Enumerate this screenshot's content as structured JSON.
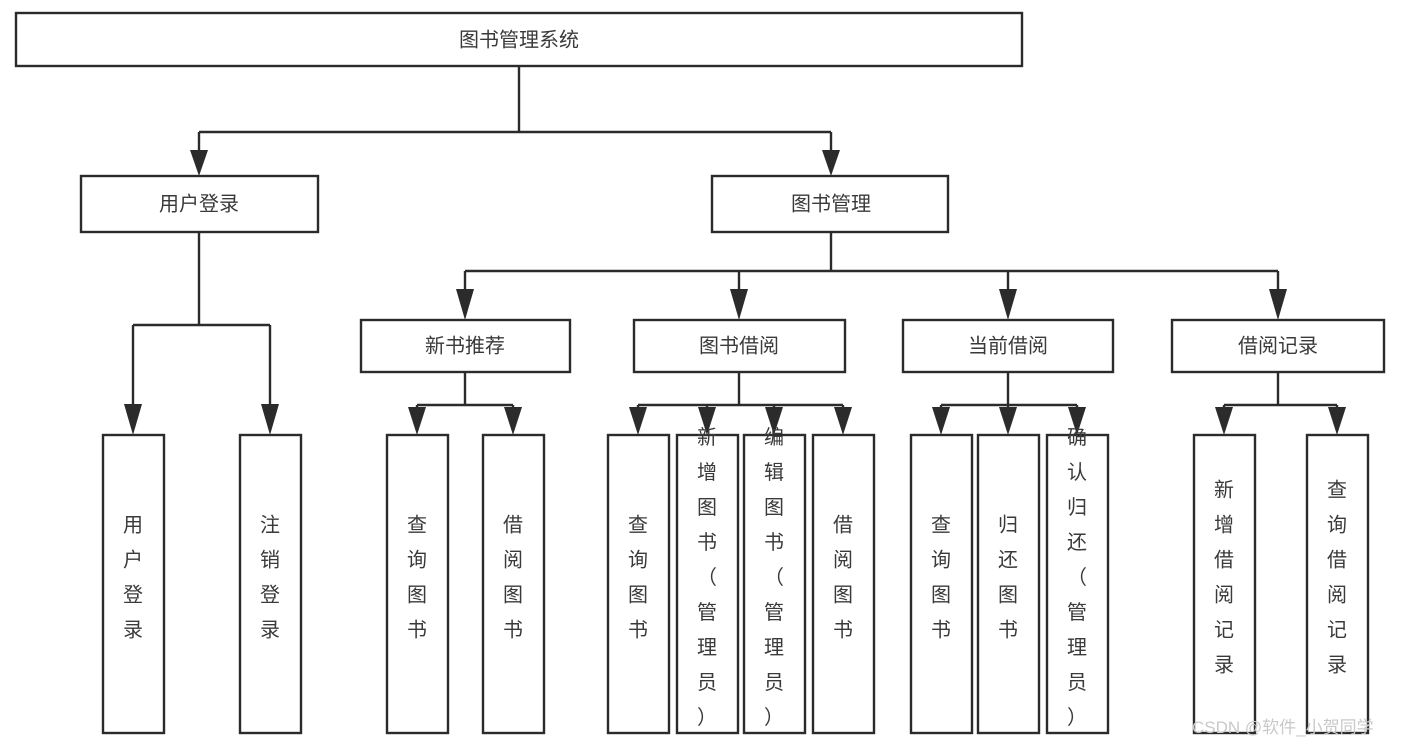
{
  "diagram": {
    "title": "图书管理系统",
    "type": "tree-hierarchy",
    "background_color": "#ffffff",
    "line_color": "#2b2b2b",
    "text_color": "#3a3a3a"
  },
  "root": {
    "label": "图书管理系统"
  },
  "level2": [
    {
      "label": "用户登录"
    },
    {
      "label": "图书管理"
    }
  ],
  "level3": [
    {
      "label": "新书推荐"
    },
    {
      "label": "图书借阅"
    },
    {
      "label": "当前借阅"
    },
    {
      "label": "借阅记录"
    }
  ],
  "leaves": {
    "user_login": [
      {
        "label": "用户登录"
      },
      {
        "label": "注销登录"
      }
    ],
    "new_book_recommend": [
      {
        "label": "查询图书"
      },
      {
        "label": "借阅图书"
      }
    ],
    "book_borrow": [
      {
        "label": "查询图书"
      },
      {
        "label": "新增图书（管理员）"
      },
      {
        "label": "编辑图书（管理员）"
      },
      {
        "label": "借阅图书"
      }
    ],
    "current_borrow": [
      {
        "label": "查询图书"
      },
      {
        "label": "归还图书"
      },
      {
        "label": "确认归还（管理员）"
      }
    ],
    "borrow_record": [
      {
        "label": "新增借阅记录"
      },
      {
        "label": "查询借阅记录"
      }
    ]
  },
  "watermark": {
    "text": "CSDN @软件_小贺同学"
  }
}
